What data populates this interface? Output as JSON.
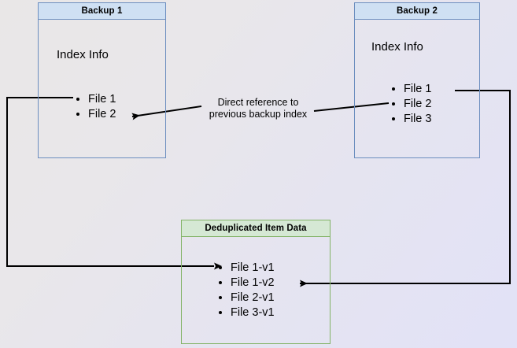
{
  "diagram": {
    "title_hidden": "Backup deduplication reference diagram",
    "background": {
      "gradient_start": "#e9e7e7",
      "gradient_end": "#e2e2f7"
    },
    "palette": {
      "blue_border": "#6c8ebf",
      "blue_fill": "#cfe0f3",
      "green_border": "#82b366",
      "green_fill": "#d5e8d4",
      "edge_color": "#000000",
      "text_color": "#000000"
    },
    "nodes": {
      "backup1": {
        "header": "Backup 1",
        "subtitle": "Index Info",
        "items": [
          "File 1",
          "File 2"
        ]
      },
      "backup2": {
        "header": "Backup 2",
        "subtitle": "Index Info",
        "items": [
          "File 1",
          "File 2",
          "File 3"
        ]
      },
      "dedup": {
        "header": "Deduplicated Item Data",
        "items": [
          "File 1-v1",
          "File 1-v2",
          "File 2-v1",
          "File 3-v1"
        ]
      }
    },
    "annotations": {
      "direct_reference": {
        "line1": "Direct reference to",
        "line2": "previous backup index"
      }
    }
  }
}
